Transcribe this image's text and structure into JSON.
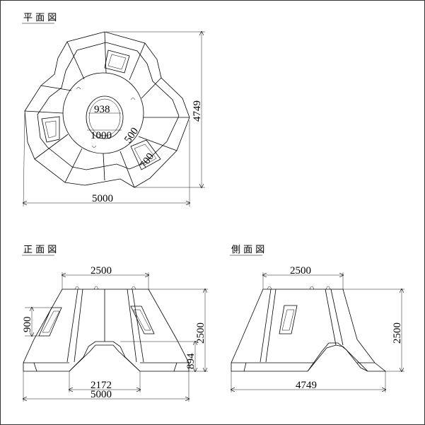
{
  "titles": {
    "plan": "平 面 図",
    "front": "正 面 図",
    "side": "側 面 図"
  },
  "plan_dims": {
    "width": "5000",
    "height": "4749",
    "hole_outer": "938",
    "hole_inner": "1000",
    "slot_offset": "500",
    "slot_size": "700"
  },
  "front_dims": {
    "top_width": "2500",
    "window_height": "900",
    "height": "2500",
    "arch_height": "894",
    "arch_width": "2172",
    "base_width": "5000"
  },
  "side_dims": {
    "top_width": "2500",
    "height": "2500",
    "base_width": "4749"
  }
}
